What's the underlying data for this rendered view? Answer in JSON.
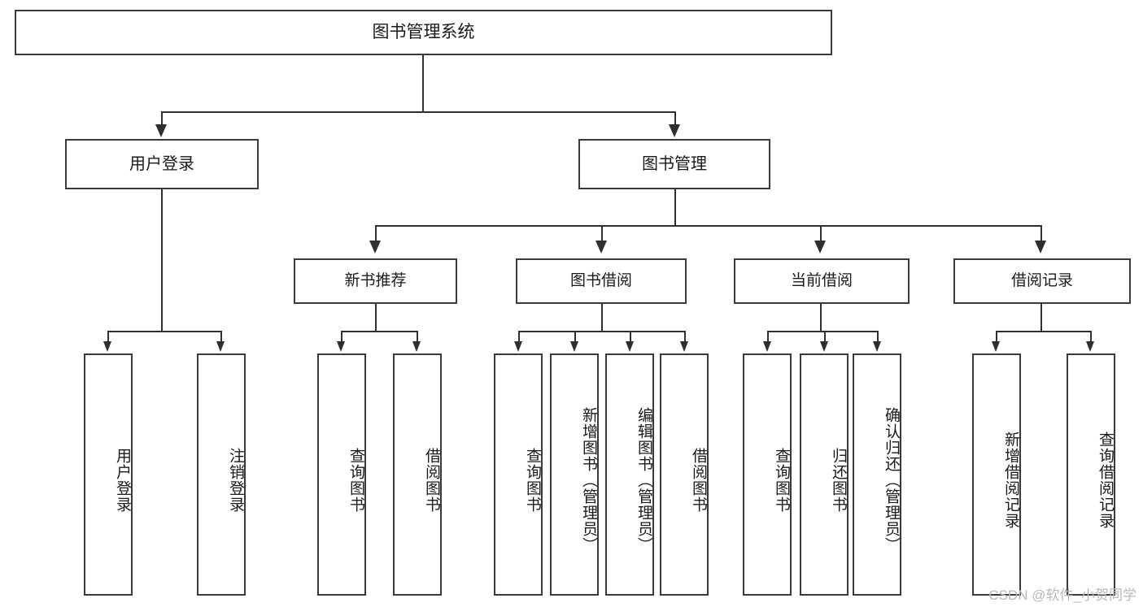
{
  "diagram": {
    "title": "图书管理系统",
    "type": "tree",
    "root": {
      "label": "图书管理系统"
    },
    "level2": [
      {
        "label": "用户登录"
      },
      {
        "label": "图书管理"
      }
    ],
    "level3": [
      {
        "label": "新书推荐"
      },
      {
        "label": "图书借阅"
      },
      {
        "label": "当前借阅"
      },
      {
        "label": "借阅记录"
      }
    ],
    "leaves": {
      "user_login": [
        {
          "label": "用户登录"
        },
        {
          "label": "注销登录"
        }
      ],
      "new_book_recommend": [
        {
          "label": "查询图书"
        },
        {
          "label": "借阅图书"
        }
      ],
      "book_borrow": [
        {
          "label": "查询图书"
        },
        {
          "label": "新增图书（管理员）"
        },
        {
          "label": "编辑图书（管理员）"
        },
        {
          "label": "借阅图书"
        }
      ],
      "current_borrow": [
        {
          "label": "查询图书"
        },
        {
          "label": "归还图书"
        },
        {
          "label": "确认归还（管理员）"
        }
      ],
      "borrow_record": [
        {
          "label": "新增借阅记录"
        },
        {
          "label": "查询借阅记录"
        }
      ]
    }
  },
  "watermark": {
    "text": "CSDN @软件_小贺同学"
  },
  "colors": {
    "box_border": "#3a3a3a",
    "line": "#2f2f2f",
    "background": "#ffffff",
    "text": "#1a1a1a",
    "watermark": "#b9b9b9"
  }
}
